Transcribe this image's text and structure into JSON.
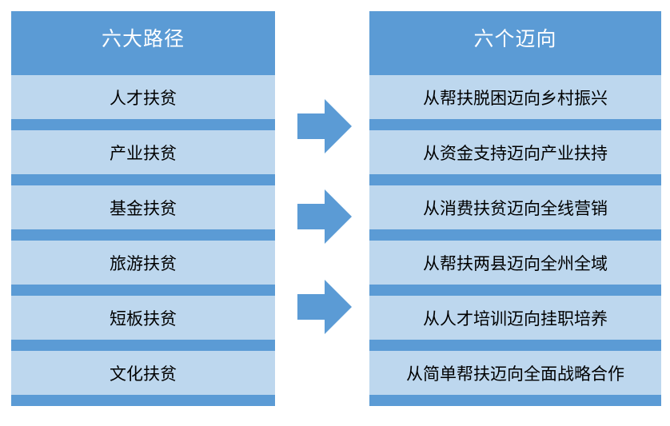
{
  "left": {
    "header": "六大路径",
    "items": [
      "人才扶贫",
      "产业扶贫",
      "基金扶贫",
      "旅游扶贫",
      "短板扶贫",
      "文化扶贫"
    ]
  },
  "right": {
    "header": "六个迈向",
    "items": [
      "从帮扶脱困迈向乡村振兴",
      "从资金支持迈向产业扶持",
      "从消费扶贫迈向全线营销",
      "从帮扶两县迈向全州全域",
      "从人才培训迈向挂职培养",
      "从简单帮扶迈向全面战略合作"
    ]
  },
  "colors": {
    "header": "#5b9bd5",
    "cell": "#bdd7ee",
    "arrow": "#5b9bd5"
  },
  "icons": [
    "right-arrow-icon",
    "right-arrow-icon",
    "right-arrow-icon"
  ]
}
